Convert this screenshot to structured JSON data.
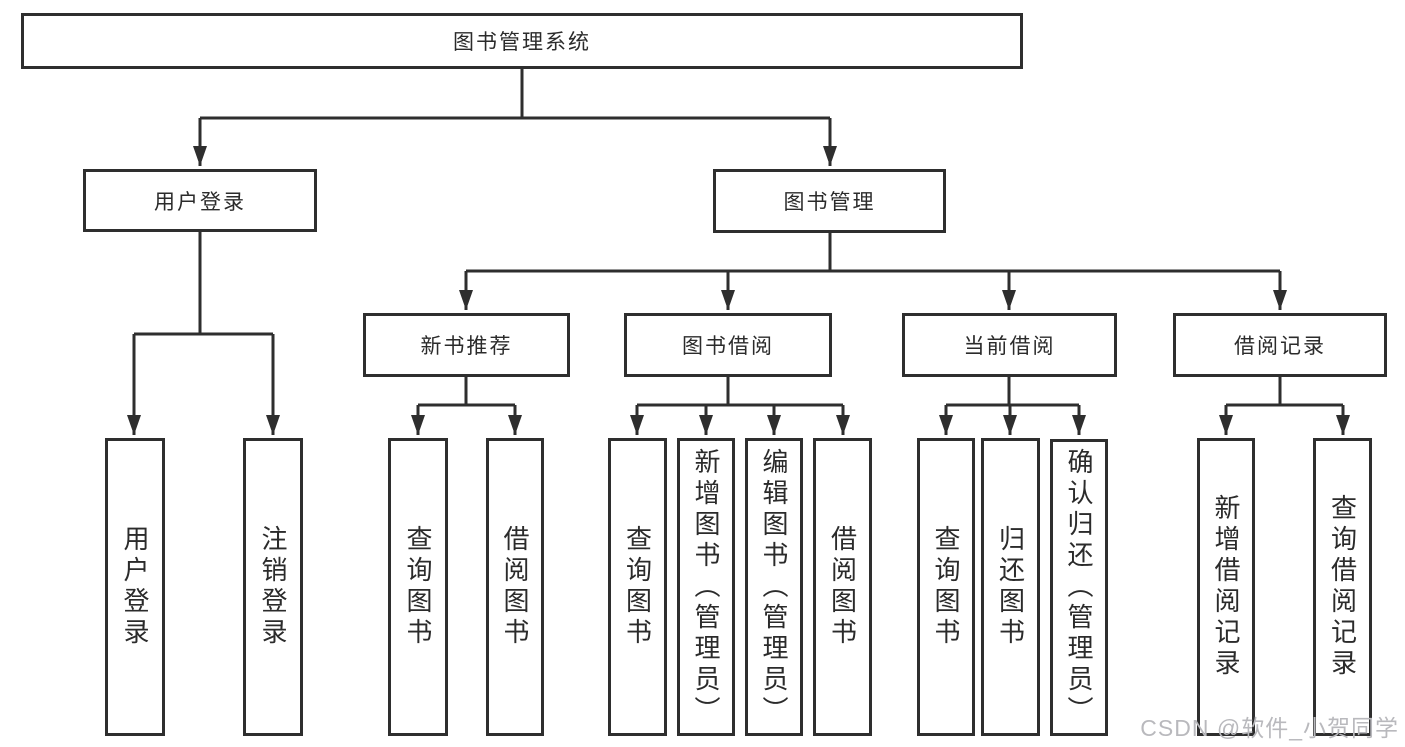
{
  "diagram": {
    "root": {
      "label": "图书管理系统"
    },
    "user_login_branch": {
      "label": "用户登录",
      "children": [
        {
          "label": "用户登录"
        },
        {
          "label": "注销登录"
        }
      ]
    },
    "book_management_branch": {
      "label": "图书管理",
      "groups": [
        {
          "label": "新书推荐",
          "children": [
            {
              "label": "查询图书"
            },
            {
              "label": "借阅图书"
            }
          ]
        },
        {
          "label": "图书借阅",
          "children": [
            {
              "label": "查询图书"
            },
            {
              "label": "新增图书（管理员）"
            },
            {
              "label": "编辑图书（管理员）"
            },
            {
              "label": "借阅图书"
            }
          ]
        },
        {
          "label": "当前借阅",
          "children": [
            {
              "label": "查询图书"
            },
            {
              "label": "归还图书"
            },
            {
              "label": "确认归还（管理员）"
            }
          ]
        },
        {
          "label": "借阅记录",
          "children": [
            {
              "label": "新增借阅记录"
            },
            {
              "label": "查询借阅记录"
            }
          ]
        }
      ]
    }
  },
  "watermark": "CSDN @软件_小贺同学",
  "colors": {
    "line": "#2e2e2e",
    "text": "#2b2b2b",
    "watermark": "#b9b9bd",
    "background": "#ffffff"
  }
}
